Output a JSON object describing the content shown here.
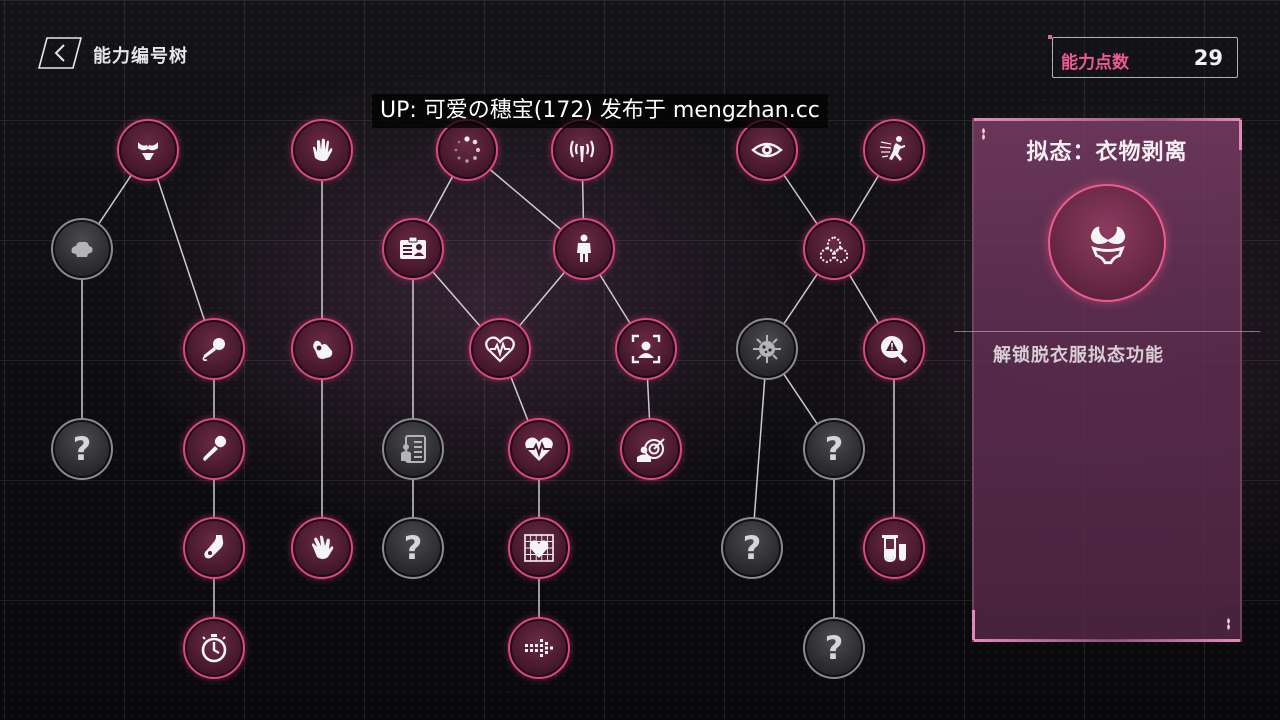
{
  "header": {
    "title": "能力编号树"
  },
  "points": {
    "label": "能力点数",
    "value": "29"
  },
  "watermark": {
    "text": "UP: 可爱の穗宝(172) 发布于 mengzhan.cc"
  },
  "detail": {
    "title": "拟态：衣物剥离",
    "icon": "bra-panties-icon",
    "description": "解锁脱衣服拟态功能"
  },
  "node_question_mark": "?",
  "colors": {
    "accent": "#e0467f",
    "points_label": "#ef5a96",
    "panel": "#7a3c66"
  },
  "nodes": [
    {
      "icon": "bikini-icon",
      "unlocked": true
    },
    {
      "icon": "hand-wave-icon",
      "unlocked": true
    },
    {
      "icon": "loading-spinner-icon",
      "unlocked": true
    },
    {
      "icon": "signal-antenna-icon",
      "unlocked": true
    },
    {
      "icon": "eye-icon",
      "unlocked": true
    },
    {
      "icon": "running-person-icon",
      "unlocked": true
    },
    {
      "icon": "cloud-head-icon",
      "unlocked": false
    },
    {
      "icon": "id-card-icon",
      "unlocked": true
    },
    {
      "icon": "person-icon",
      "unlocked": true
    },
    {
      "icon": "molecule-icon",
      "unlocked": true
    },
    {
      "icon": "microphone-icon",
      "unlocked": true
    },
    {
      "icon": "ok-hand-icon",
      "unlocked": true
    },
    {
      "icon": "heart-pulse-icon",
      "unlocked": true
    },
    {
      "icon": "face-scan-icon",
      "unlocked": true
    },
    {
      "icon": "virus-icon",
      "unlocked": false
    },
    {
      "icon": "search-warning-icon",
      "unlocked": true
    },
    {
      "icon": "unknown-icon",
      "unlocked": false
    },
    {
      "icon": "wand-icon",
      "unlocked": true
    },
    {
      "icon": "document-person-icon",
      "unlocked": false
    },
    {
      "icon": "heart-rate-icon",
      "unlocked": true
    },
    {
      "icon": "target-person-icon",
      "unlocked": true
    },
    {
      "icon": "unknown-icon",
      "unlocked": false
    },
    {
      "icon": "bottle-icon",
      "unlocked": true
    },
    {
      "icon": "hand-spread-icon",
      "unlocked": true
    },
    {
      "icon": "unknown-icon",
      "unlocked": false
    },
    {
      "icon": "heart-grid-icon",
      "unlocked": true
    },
    {
      "icon": "unknown-icon",
      "unlocked": false
    },
    {
      "icon": "test-tubes-icon",
      "unlocked": true
    },
    {
      "icon": "stopwatch-icon",
      "unlocked": true
    },
    {
      "icon": "arrow-dots-icon",
      "unlocked": true
    },
    {
      "icon": "unknown-icon",
      "unlocked": false
    }
  ]
}
